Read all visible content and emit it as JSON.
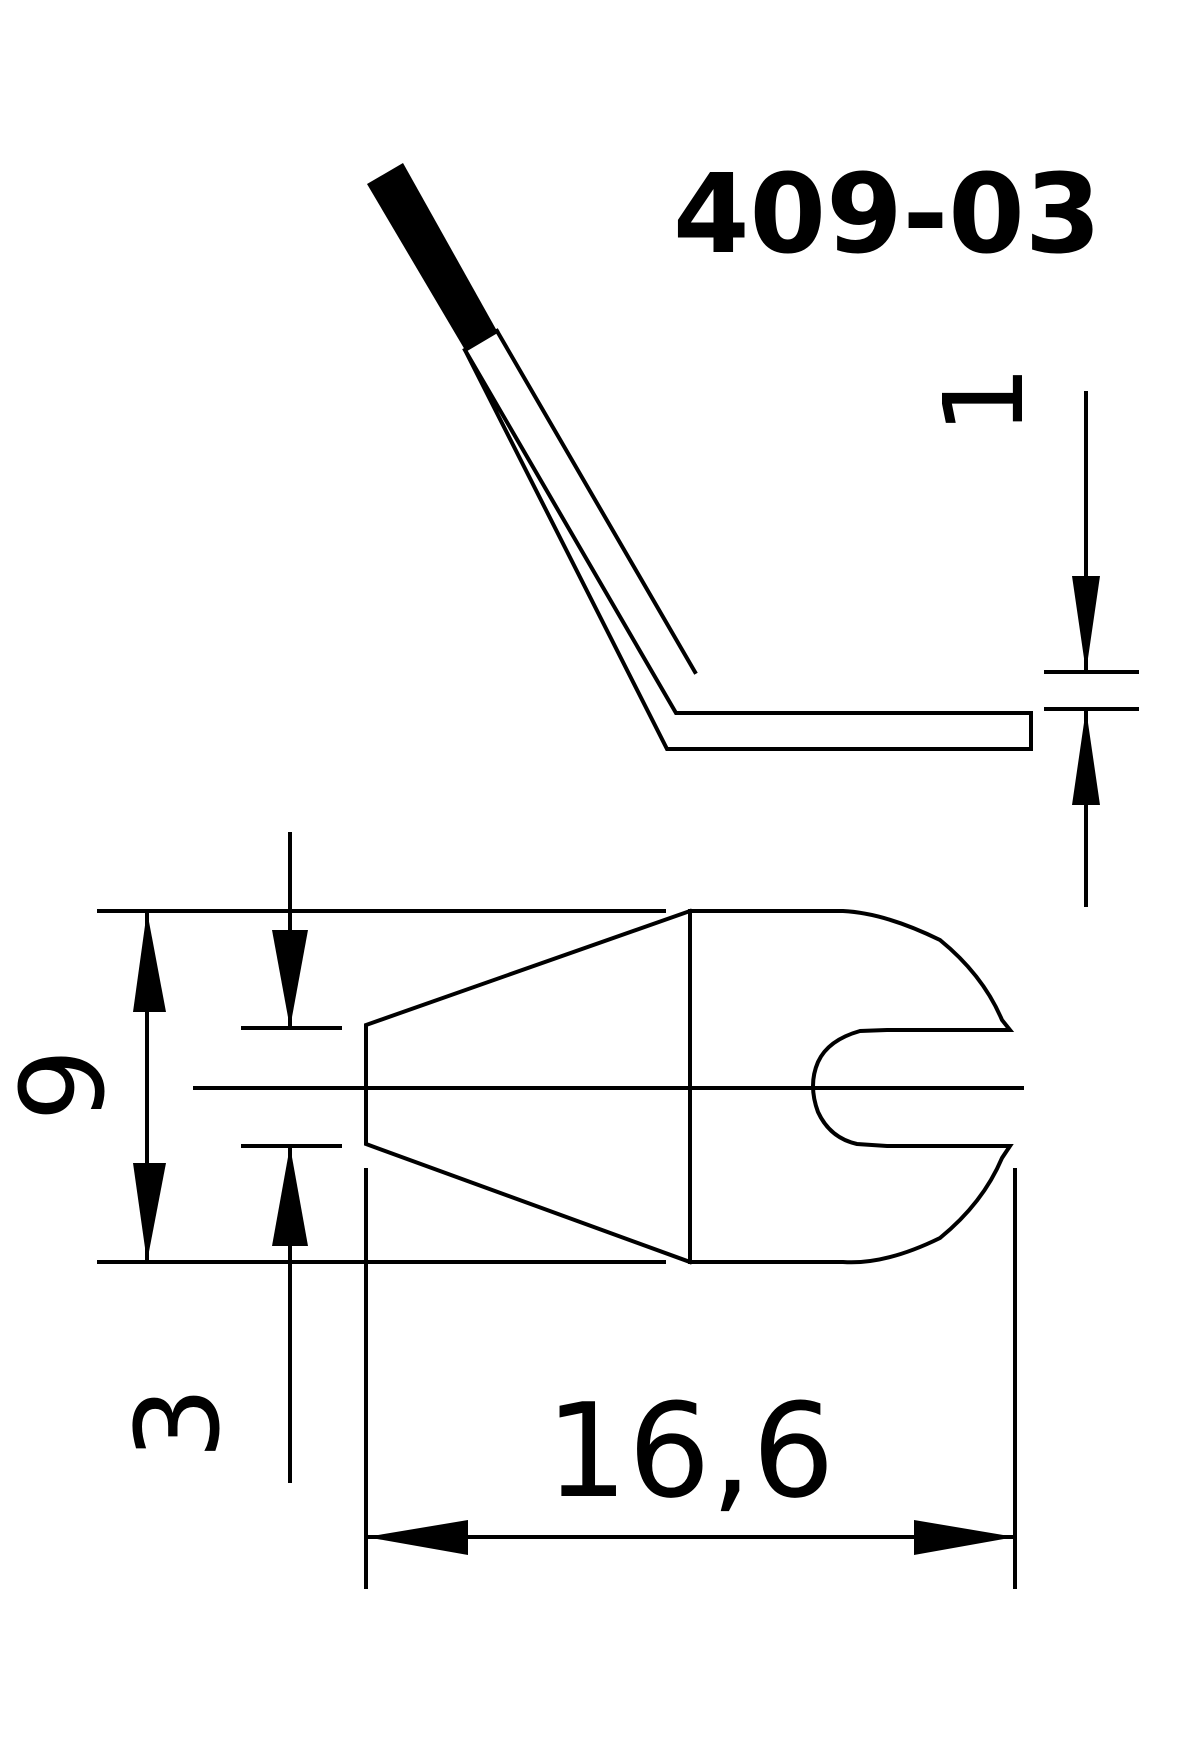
{
  "title": {
    "part_number": "409-03"
  },
  "dimensions": {
    "thickness": "1",
    "width": "9",
    "slot_width": "3",
    "length": "16,6"
  },
  "colors": {
    "line": "#000000",
    "background": "#ffffff"
  }
}
